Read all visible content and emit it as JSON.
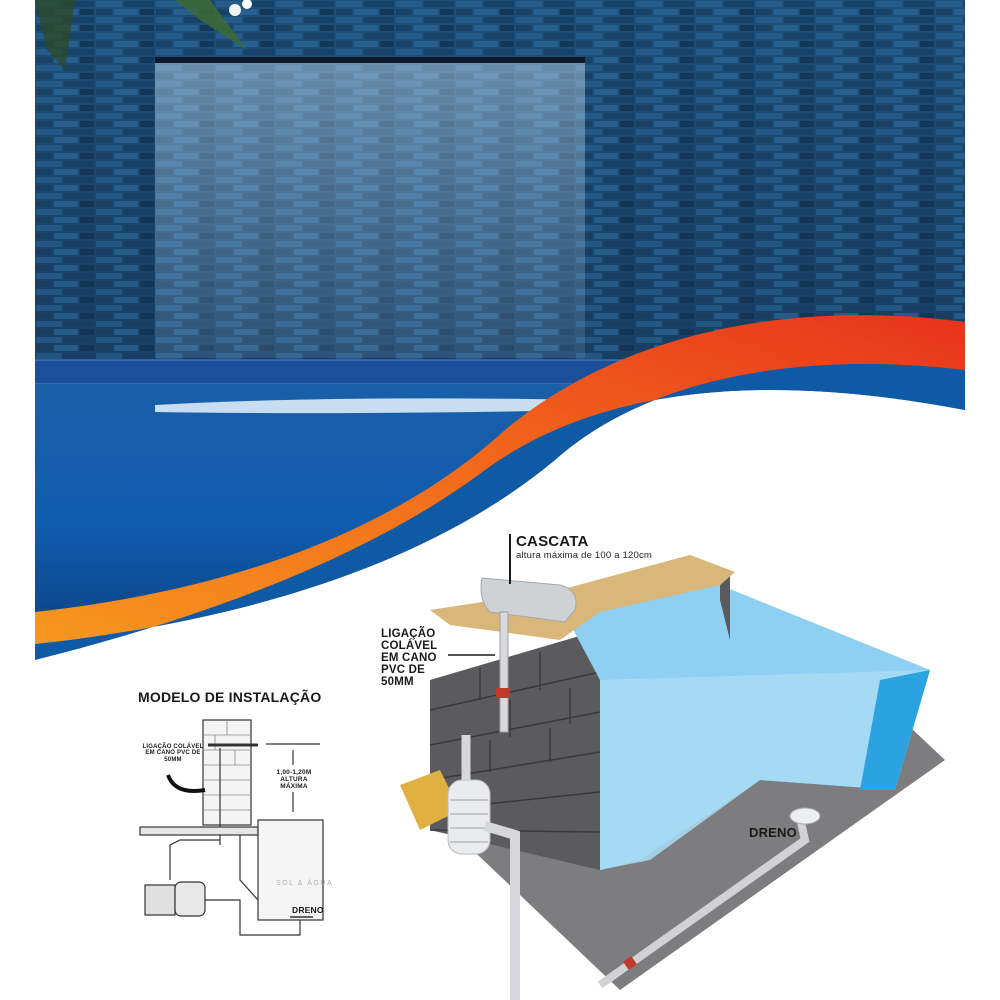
{
  "hero": {
    "description": "stone wall waterfall (cascata) into pool",
    "colors": {
      "wall": "#1e4f7a",
      "water": "#0e5aa8",
      "wave_orange": "#f47a1f",
      "wave_red": "#e8331c"
    }
  },
  "main_diagram": {
    "title": "CASCATA",
    "subtitle": "altura máxima de 100 a 120cm",
    "connection_label": "LIGAÇÃO COLÁVEL EM CANO PVC DE 50MM",
    "drain_label": "DRENO",
    "colors": {
      "pool_water": "#8fd0f2",
      "block_wall": "#5a5a5c",
      "coping": "#d9b679",
      "floor": "#7a7a7c",
      "pump_motor": "#e0b040"
    }
  },
  "install_model": {
    "title": "MODELO DE INSTALAÇÃO",
    "connection_label": "LIGAÇÃO COLÁVEL EM CANO PVC DE 50MM",
    "height_label": "1,00-1,20M ALTURA MÁXIMA",
    "drain_label": "DRENO",
    "watermark": "SOL & ÁGUA"
  }
}
